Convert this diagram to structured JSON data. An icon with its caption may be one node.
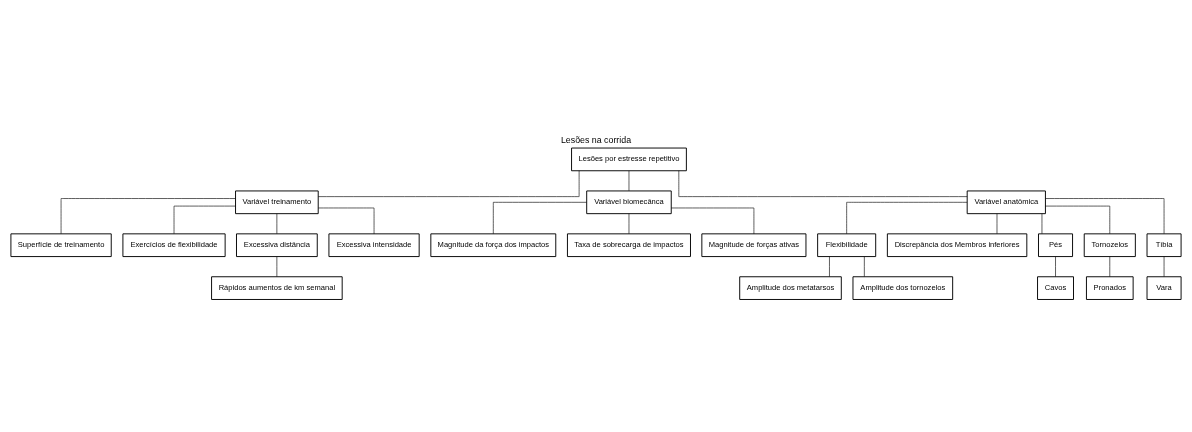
{
  "diagram": {
    "title": "Lesões na corrida",
    "nodes": [
      {
        "text": [
          "Lesões por estresse repetitivo"
        ]
      },
      {
        "text": [
          "Variável treinamento"
        ]
      },
      {
        "text": [
          "Variável biomecânca"
        ]
      },
      {
        "text": [
          "Variável anatômica"
        ]
      },
      {
        "text": [
          "Superfície de treinamento"
        ]
      },
      {
        "text": [
          "Exercícios de flexibilidade"
        ]
      },
      {
        "text": [
          "Excessiva distância"
        ]
      },
      {
        "text": [
          "Excessiva intensidade"
        ]
      },
      {
        "text": [
          "Rápidos aumentos de km semanal"
        ]
      },
      {
        "text": [
          "Magnitude da força dos impactos"
        ]
      },
      {
        "text": [
          "Taxa de sobrecarga de impactos"
        ]
      },
      {
        "text": [
          "Magnitude de forças ativas"
        ]
      },
      {
        "text": [
          "Flexibilidade"
        ]
      },
      {
        "text": [
          "Discrepância dos Membros inferiores"
        ]
      },
      {
        "text": [
          "Amplitude dos metatarsos"
        ]
      },
      {
        "text": [
          "Amplitude dos tornozelos"
        ]
      },
      {
        "text": [
          "Pés"
        ]
      },
      {
        "text": [
          "Tornozelos"
        ]
      },
      {
        "text": [
          "Tíbia"
        ]
      },
      {
        "text": [
          "Cavos"
        ]
      },
      {
        "text": [
          "Pronados"
        ]
      },
      {
        "text": [
          "Vara"
        ]
      }
    ],
    "edges": [
      {
        "from": 0,
        "to": 1,
        "arrow": "none"
      },
      {
        "from": 0,
        "to": 2,
        "arrow": "none"
      },
      {
        "from": 0,
        "to": 3,
        "arrow": "none"
      },
      {
        "from": 1,
        "to": 4,
        "arrow": "none"
      },
      {
        "from": 1,
        "to": 5,
        "arrow": "none"
      },
      {
        "from": 1,
        "to": 6,
        "arrow": "none"
      },
      {
        "from": 1,
        "to": 7,
        "arrow": "none"
      },
      {
        "from": 6,
        "to": 8,
        "arrow": "none"
      },
      {
        "from": 2,
        "to": 9,
        "arrow": "none"
      },
      {
        "from": 2,
        "to": 10,
        "arrow": "none"
      },
      {
        "from": 2,
        "to": 11,
        "arrow": "none"
      },
      {
        "from": 3,
        "to": 12,
        "arrow": "none"
      },
      {
        "from": 3,
        "to": 13,
        "arrow": "none"
      },
      {
        "from": 12,
        "to": 14,
        "arrow": "none"
      },
      {
        "from": 12,
        "to": 15,
        "arrow": "none"
      },
      {
        "from": 3,
        "to": 16,
        "arrow": "none"
      },
      {
        "from": 3,
        "to": 17,
        "arrow": "none"
      },
      {
        "from": 3,
        "to": 18,
        "arrow": "none"
      },
      {
        "from": 16,
        "to": 19,
        "arrow": "none"
      },
      {
        "from": 17,
        "to": 20,
        "arrow": "none"
      },
      {
        "from": 18,
        "to": 21,
        "arrow": "none"
      }
    ]
  }
}
